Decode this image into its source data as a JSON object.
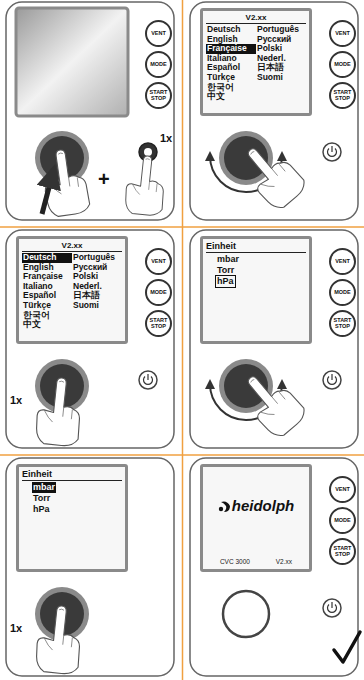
{
  "diagram": {
    "nodes": [
      {
        "text": [
          "VENT"
        ]
      },
      {
        "text": [
          "MODE"
        ]
      },
      {
        "text": [
          "START STOP"
        ]
      },
      {
        "text": [
          "V2.xx",
          "Deutsch",
          "Português",
          "English",
          "Русский",
          "Française",
          "Polski",
          "Italiano",
          "Nederl.",
          "Español",
          "日本語",
          "Türkçe",
          "Suomi",
          "한국어",
          "中文"
        ]
      },
      {
        "text": [
          "VENT"
        ]
      },
      {
        "text": [
          "MODE"
        ]
      },
      {
        "text": [
          "START STOP"
        ]
      },
      {
        "text": [
          "V2.xx",
          "Deutsch",
          "Português",
          "English",
          "Русский",
          "Française",
          "Polski",
          "Italiano",
          "Nederl.",
          "Español",
          "日本語",
          "Türkçe",
          "Suomi",
          "한국어",
          "中文"
        ]
      },
      {
        "text": [
          "VENT"
        ]
      },
      {
        "text": [
          "MODE"
        ]
      },
      {
        "text": [
          "START STOP"
        ]
      },
      {
        "text": [
          "Einheit",
          "mbar",
          "Torr",
          "hPa"
        ]
      },
      {
        "text": [
          "VENT"
        ]
      },
      {
        "text": [
          "MODE"
        ]
      },
      {
        "text": [
          "START STOP"
        ]
      },
      {
        "text": [
          "Einheit",
          "mbar",
          "Torr",
          "hPa"
        ]
      },
      {
        "text": [
          "heidolph",
          "CVC 3000",
          "V2.xx"
        ]
      },
      {
        "text": [
          "VENT"
        ]
      },
      {
        "text": [
          "MODE"
        ]
      },
      {
        "text": [
          "START STOP"
        ]
      }
    ],
    "labels": [
      "1x",
      "+",
      "1x",
      "1x"
    ]
  }
}
